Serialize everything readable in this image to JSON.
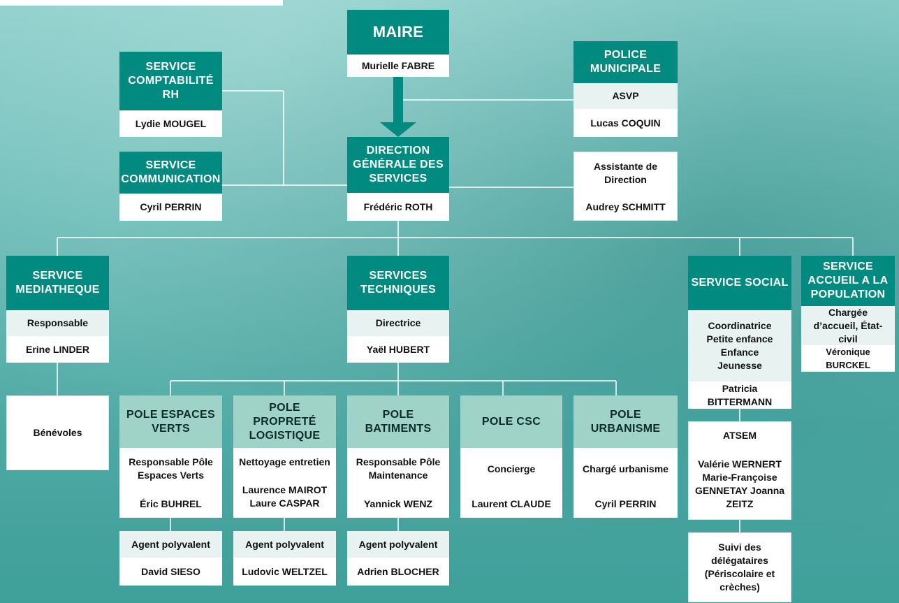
{
  "maire": {
    "title": "MAIRE",
    "name": "Murielle FABRE"
  },
  "police": {
    "title": "POLICE MUNICIPALE",
    "role": "ASVP",
    "name": "Lucas COQUIN"
  },
  "compta": {
    "title": "SERVICE COMPTABILITÉ RH",
    "name": "Lydie MOUGEL"
  },
  "com": {
    "title": "SERVICE COMMUNICATION",
    "name": "Cyril PERRIN"
  },
  "dgs": {
    "title": "DIRECTION GÉNÉRALE DES SERVICES",
    "name": "Frédéric ROTH"
  },
  "assistante": {
    "role": "Assistante de Direction",
    "name": "Audrey SCHMITT"
  },
  "mediatheque": {
    "title": "SERVICE MEDIATHEQUE",
    "role": "Responsable",
    "name": "Erine LINDER"
  },
  "benevoles": {
    "label": "Bénévoles"
  },
  "techniques": {
    "title": "SERVICES TECHNIQUES",
    "role": "Directrice",
    "name": "Yaël HUBERT"
  },
  "social": {
    "title": "SERVICE SOCIAL",
    "role": "Coordinatrice Petite enfance Enfance Jeunesse",
    "name": "Patricia BITTERMANN"
  },
  "accueil": {
    "title": "SERVICE ACCUEIL A LA POPULATION",
    "role": "Chargée d’accueil, État-civil",
    "name": "Véronique BURCKEL"
  },
  "atsem": {
    "title": "ATSEM",
    "names": "Valérie WERNERT Marie-Françoise GENNETAY Joanna ZEITZ"
  },
  "delegataires": {
    "label": "Suivi des délégataires (Périscolaire et crèches)"
  },
  "pole_ev": {
    "title": "POLE ESPACES VERTS",
    "role": "Responsable Pôle Espaces Verts",
    "name": "Éric BUHREL",
    "agent_role": "Agent polyvalent",
    "agent_name": "David SIESO"
  },
  "pole_pl": {
    "title": "POLE PROPRETÉ LOGISTIQUE",
    "role": "Nettoyage entretien",
    "name": "Laurence MAIROT Laure CASPAR",
    "agent_role": "Agent polyvalent",
    "agent_name": "Ludovic WELTZEL"
  },
  "pole_bat": {
    "title": "POLE BATIMENTS",
    "role": "Responsable Pôle Maintenance",
    "name": "Yannick WENZ",
    "agent_role": "Agent polyvalent",
    "agent_name": "Adrien BLOCHER"
  },
  "pole_csc": {
    "title": "POLE CSC",
    "role": "Concierge",
    "name": "Laurent CLAUDE"
  },
  "pole_urb": {
    "title": "POLE URBANISME",
    "role": "Chargé urbanisme",
    "name": "Cyril PERRIN"
  },
  "colors": {
    "header": "#008a80",
    "pole_header": "#9fd3c7",
    "row_alt": "#e7f2f1",
    "line": "#ffffff",
    "arrow": "#008a80"
  }
}
